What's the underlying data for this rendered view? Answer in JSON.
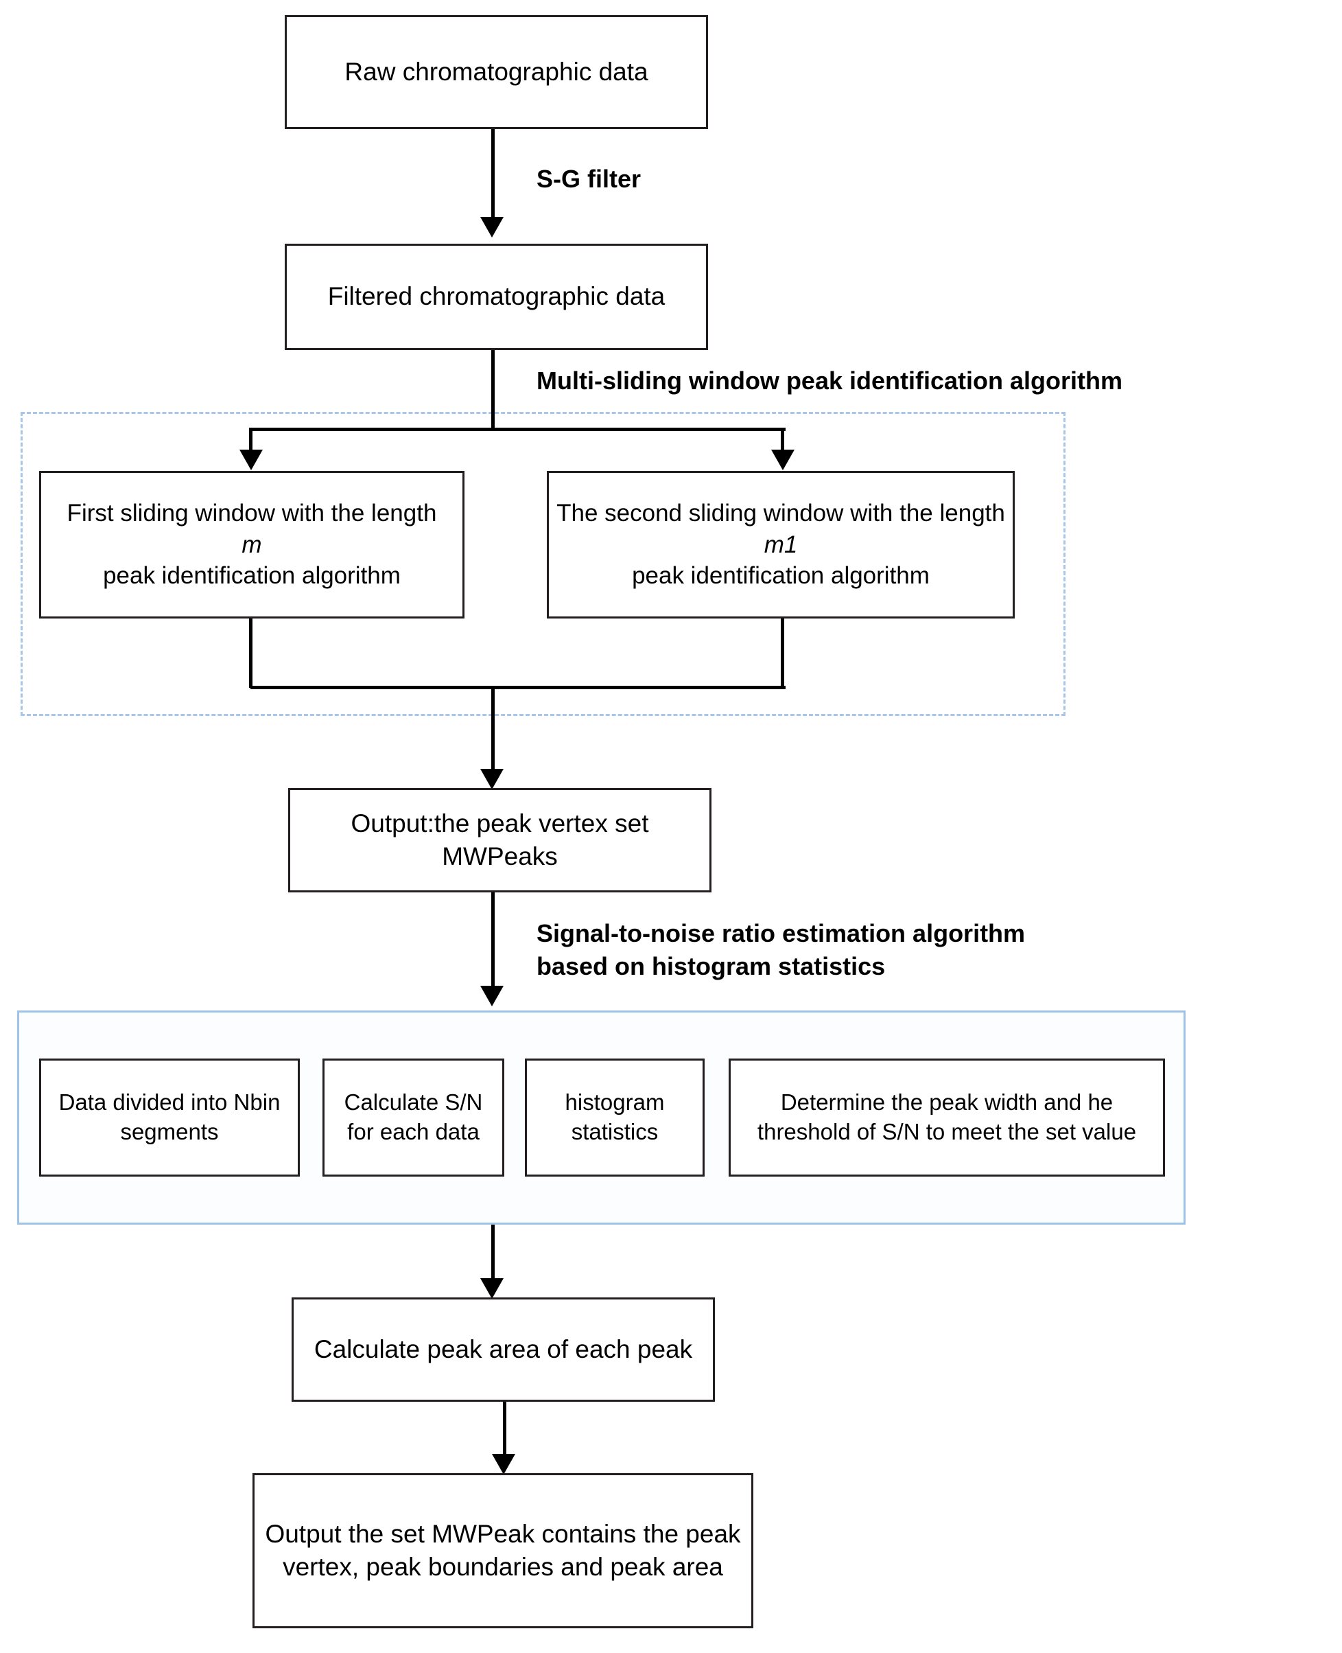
{
  "diagram": {
    "title": "Multi-sliding window peak identification and signal-to-noise ratio estimation flowchart",
    "colors": {
      "box_border": "#231f20",
      "dashed_group_border": "#a8c6e8",
      "solid_group_border": "#9fc3e8",
      "connector": "#000000",
      "background": "#ffffff"
    }
  },
  "nodes": {
    "raw_data": "Raw chromatographic data",
    "filtered_data": "Filtered chromatographic data",
    "first_window_pre": "First sliding window with the length ",
    "first_window_var": "m",
    "first_window_post": " peak identification algorithm",
    "second_window_pre": "The second sliding window with the length ",
    "second_window_var": "m1",
    "second_window_post": " peak identification algorithm",
    "output_mwpeaks": "Output:the peak vertex set MWPeaks",
    "data_divided": "Data divided into Nbin  segments",
    "calculate_sn": "Calculate S/N for each data",
    "histogram_statistics": "histogram statistics",
    "determine_threshold": "Determine the  peak width and he threshold of S/N to meet the set value",
    "calculate_area": "Calculate peak area of each peak",
    "final_output": "Output the set  MWPeak contains the peak vertex, peak boundaries and peak area"
  },
  "edge_labels": {
    "sg_filter": "S-G filter",
    "multi_sliding": "Multi-sliding window peak identification algorithm",
    "snr_line1": "Signal-to-noise ratio estimation algorithm",
    "snr_line2": "based on histogram statistics"
  }
}
